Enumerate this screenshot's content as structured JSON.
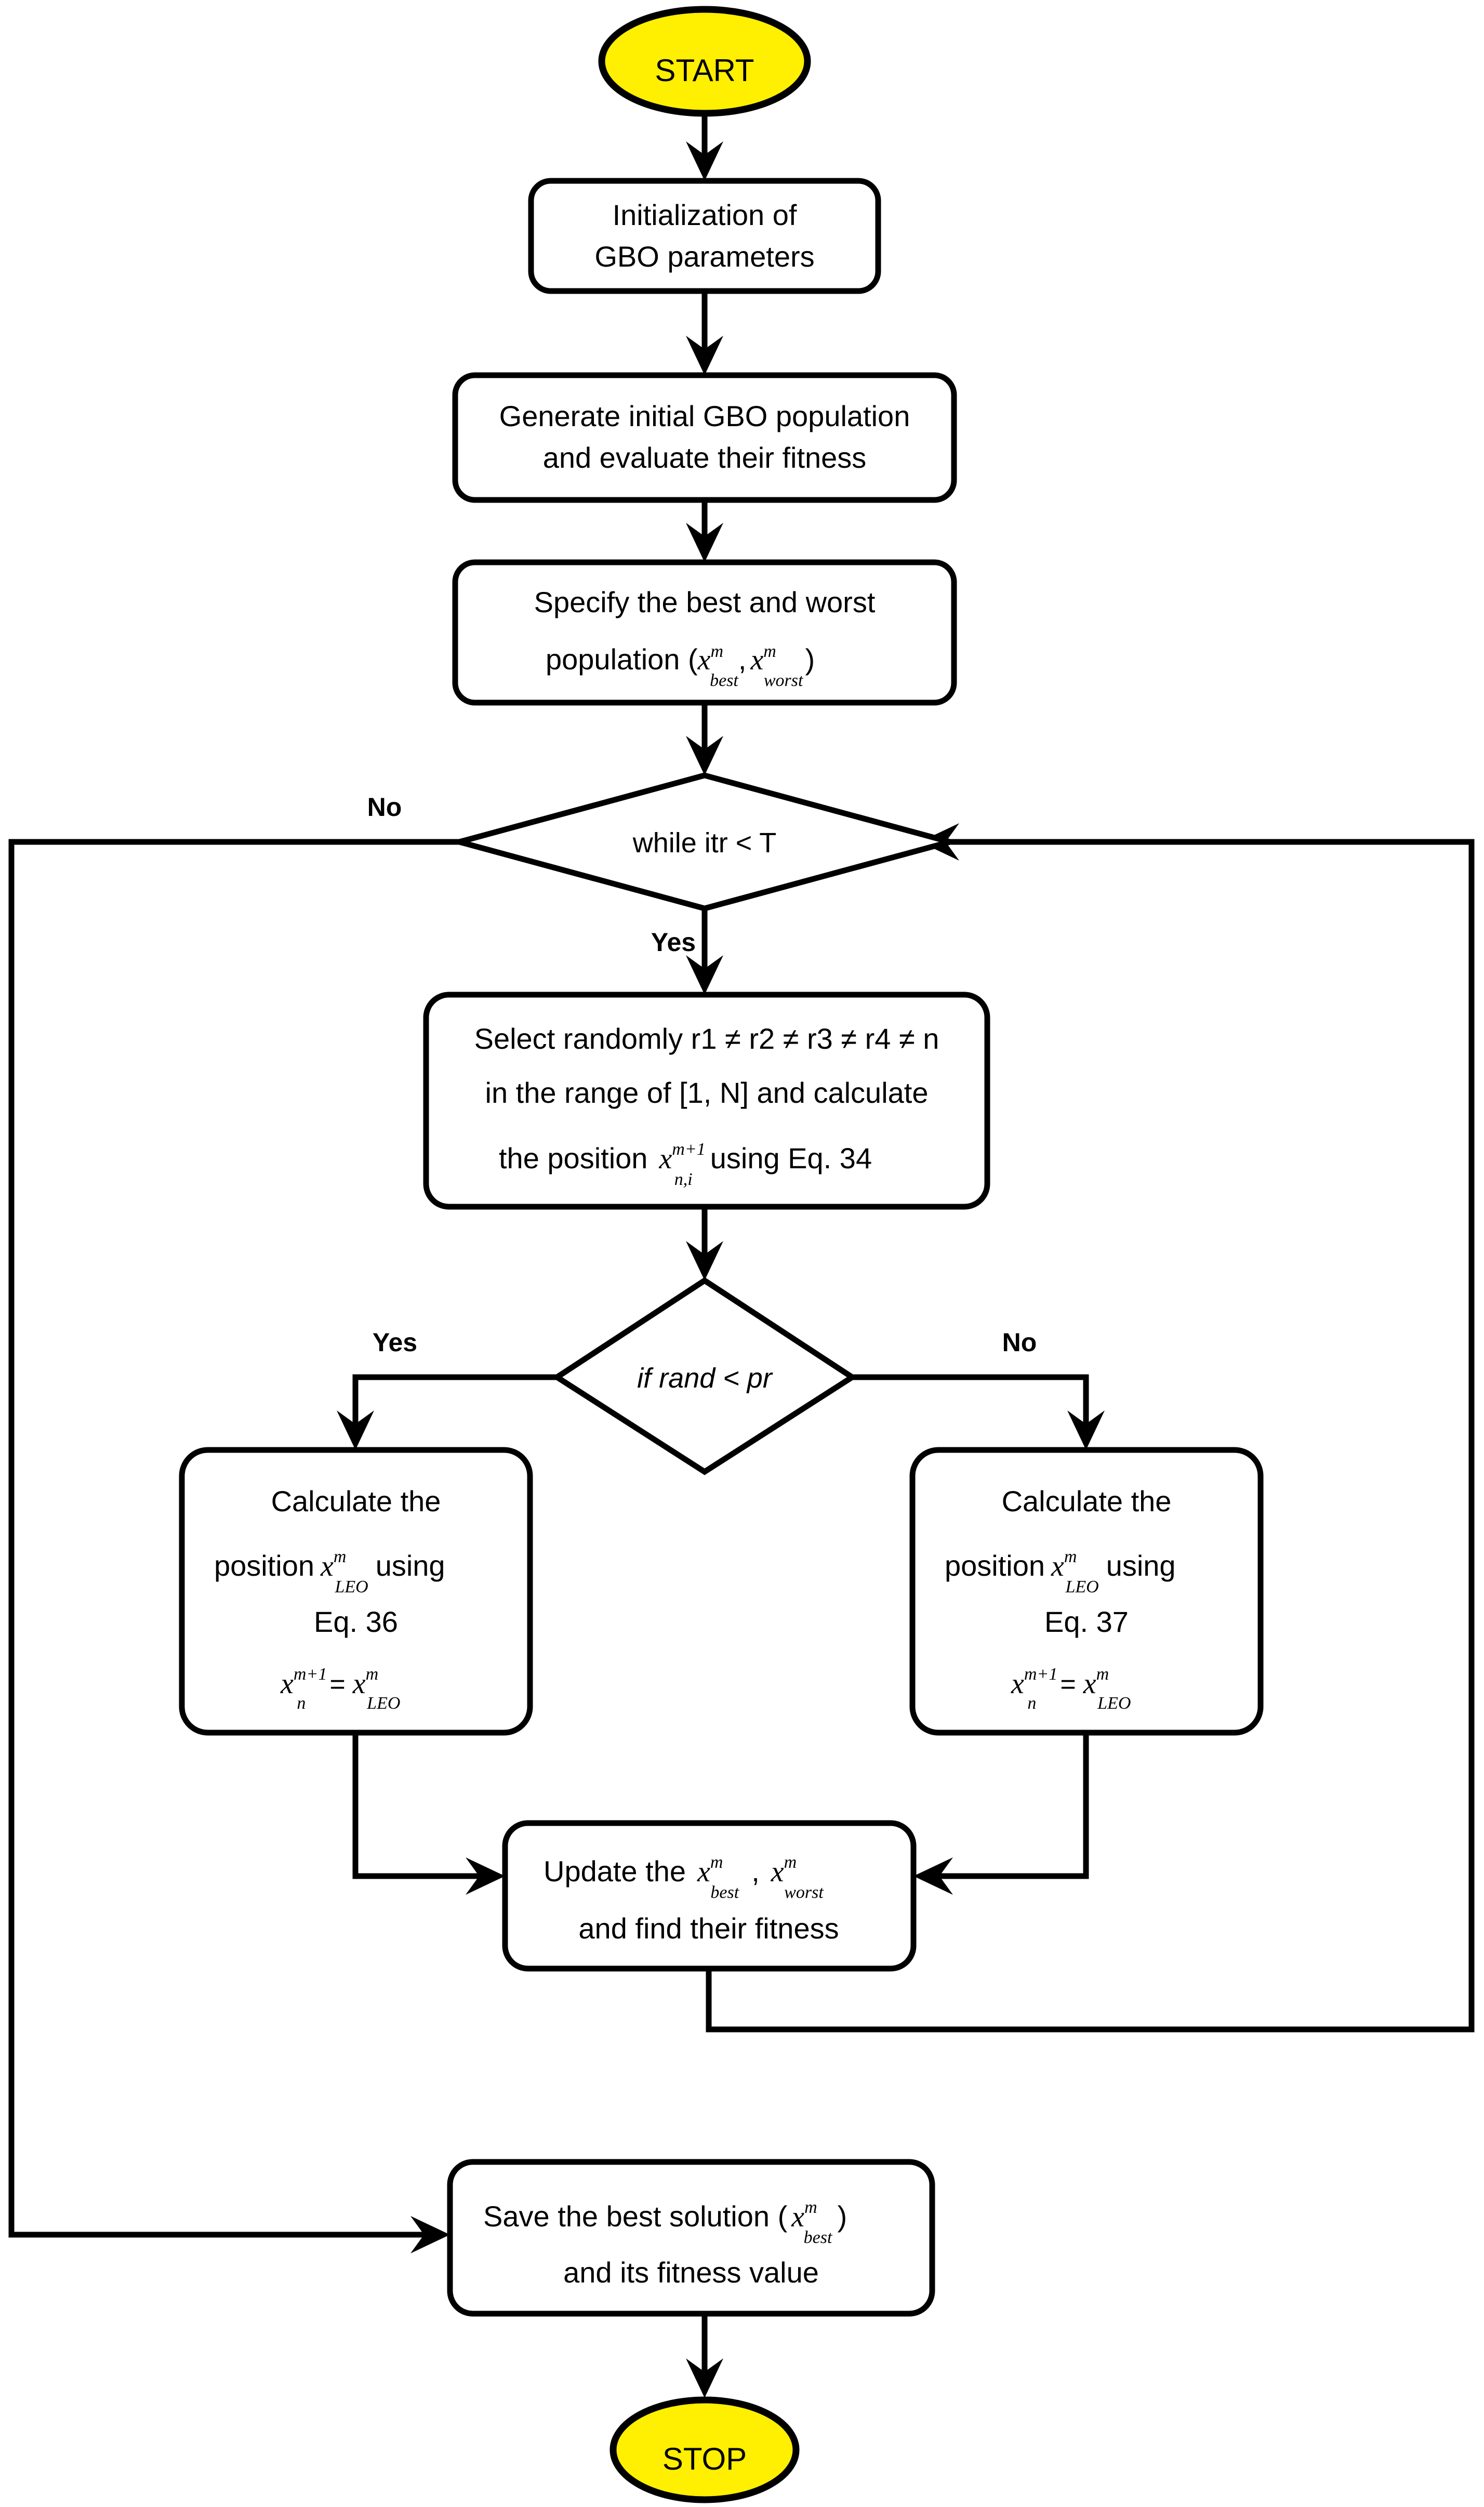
{
  "diagram": {
    "title": "GBO algorithm flowchart",
    "colors": {
      "terminator_fill": "#ffef00",
      "stroke": "#000000",
      "node_fill": "#ffffff"
    }
  },
  "nodes": {
    "start": {
      "label": "START",
      "shape": "ellipse"
    },
    "init": {
      "line1": "Initialization of",
      "line2": "GBO parameters",
      "shape": "rounded-rect"
    },
    "generate": {
      "line1": "Generate initial GBO population",
      "line2": "and evaluate their fitness",
      "shape": "rounded-rect"
    },
    "specify": {
      "line1": "Specify the best and worst",
      "line2_prefix": "population (",
      "line2_var1": "x",
      "line2_var1_sup": "m",
      "line2_var1_sub": "best",
      "line2_comma": ",",
      "line2_var2": "x",
      "line2_var2_sup": "m",
      "line2_var2_sub": "worst",
      "line2_suffix": ")",
      "shape": "rounded-rect"
    },
    "while_decision": {
      "label": "while itr < T",
      "shape": "diamond"
    },
    "select": {
      "line1": "Select randomly r1 ≠ r2 ≠ r3 ≠ r4 ≠ n",
      "line2": "in the range of [1, N] and calculate",
      "line3_prefix": "the position",
      "line3_var": "x",
      "line3_sup": "m+1",
      "line3_sub": "n,i",
      "line3_suffix": "using Eq. 34",
      "shape": "rounded-rect"
    },
    "rand_decision": {
      "label": "if rand < pr",
      "shape": "diamond",
      "italic": true
    },
    "leo_left": {
      "line1": "Calculate the",
      "line2_prefix": "position",
      "line2_var": "x",
      "line2_sup": "m",
      "line2_sub": "LEO",
      "line2_suffix": "using",
      "line3": "Eq. 36",
      "eq_lhs": "x",
      "eq_lhs_sup": "m+1",
      "eq_lhs_sub": "n",
      "eq_op": "=",
      "eq_rhs": "x",
      "eq_rhs_sup": "m",
      "eq_rhs_sub": "LEO",
      "shape": "rounded-rect"
    },
    "leo_right": {
      "line1": "Calculate the",
      "line2_prefix": "position",
      "line2_var": "x",
      "line2_sup": "m",
      "line2_sub": "LEO",
      "line2_suffix": "using",
      "line3": "Eq. 37",
      "eq_lhs": "x",
      "eq_lhs_sup": "m+1",
      "eq_lhs_sub": "n",
      "eq_op": "=",
      "eq_rhs": "x",
      "eq_rhs_sup": "m",
      "eq_rhs_sub": "LEO",
      "shape": "rounded-rect"
    },
    "update": {
      "line1_prefix": "Update the",
      "line1_var1": "x",
      "line1_var1_sup": "m",
      "line1_var1_sub": "best",
      "line1_comma": ",",
      "line1_var2": "x",
      "line1_var2_sup": "m",
      "line1_var2_sub": "worst",
      "line2": "and find their fitness",
      "shape": "rounded-rect"
    },
    "save": {
      "line1_prefix": "Save the best solution (",
      "line1_var": "x",
      "line1_sup": "m",
      "line1_sub": "best",
      "line1_suffix": ")",
      "line2": "and its fitness value",
      "shape": "rounded-rect"
    },
    "stop": {
      "label": "STOP",
      "shape": "ellipse"
    }
  },
  "edge_labels": {
    "while_no": "No",
    "while_yes": "Yes",
    "rand_yes": "Yes",
    "rand_no": "No"
  }
}
